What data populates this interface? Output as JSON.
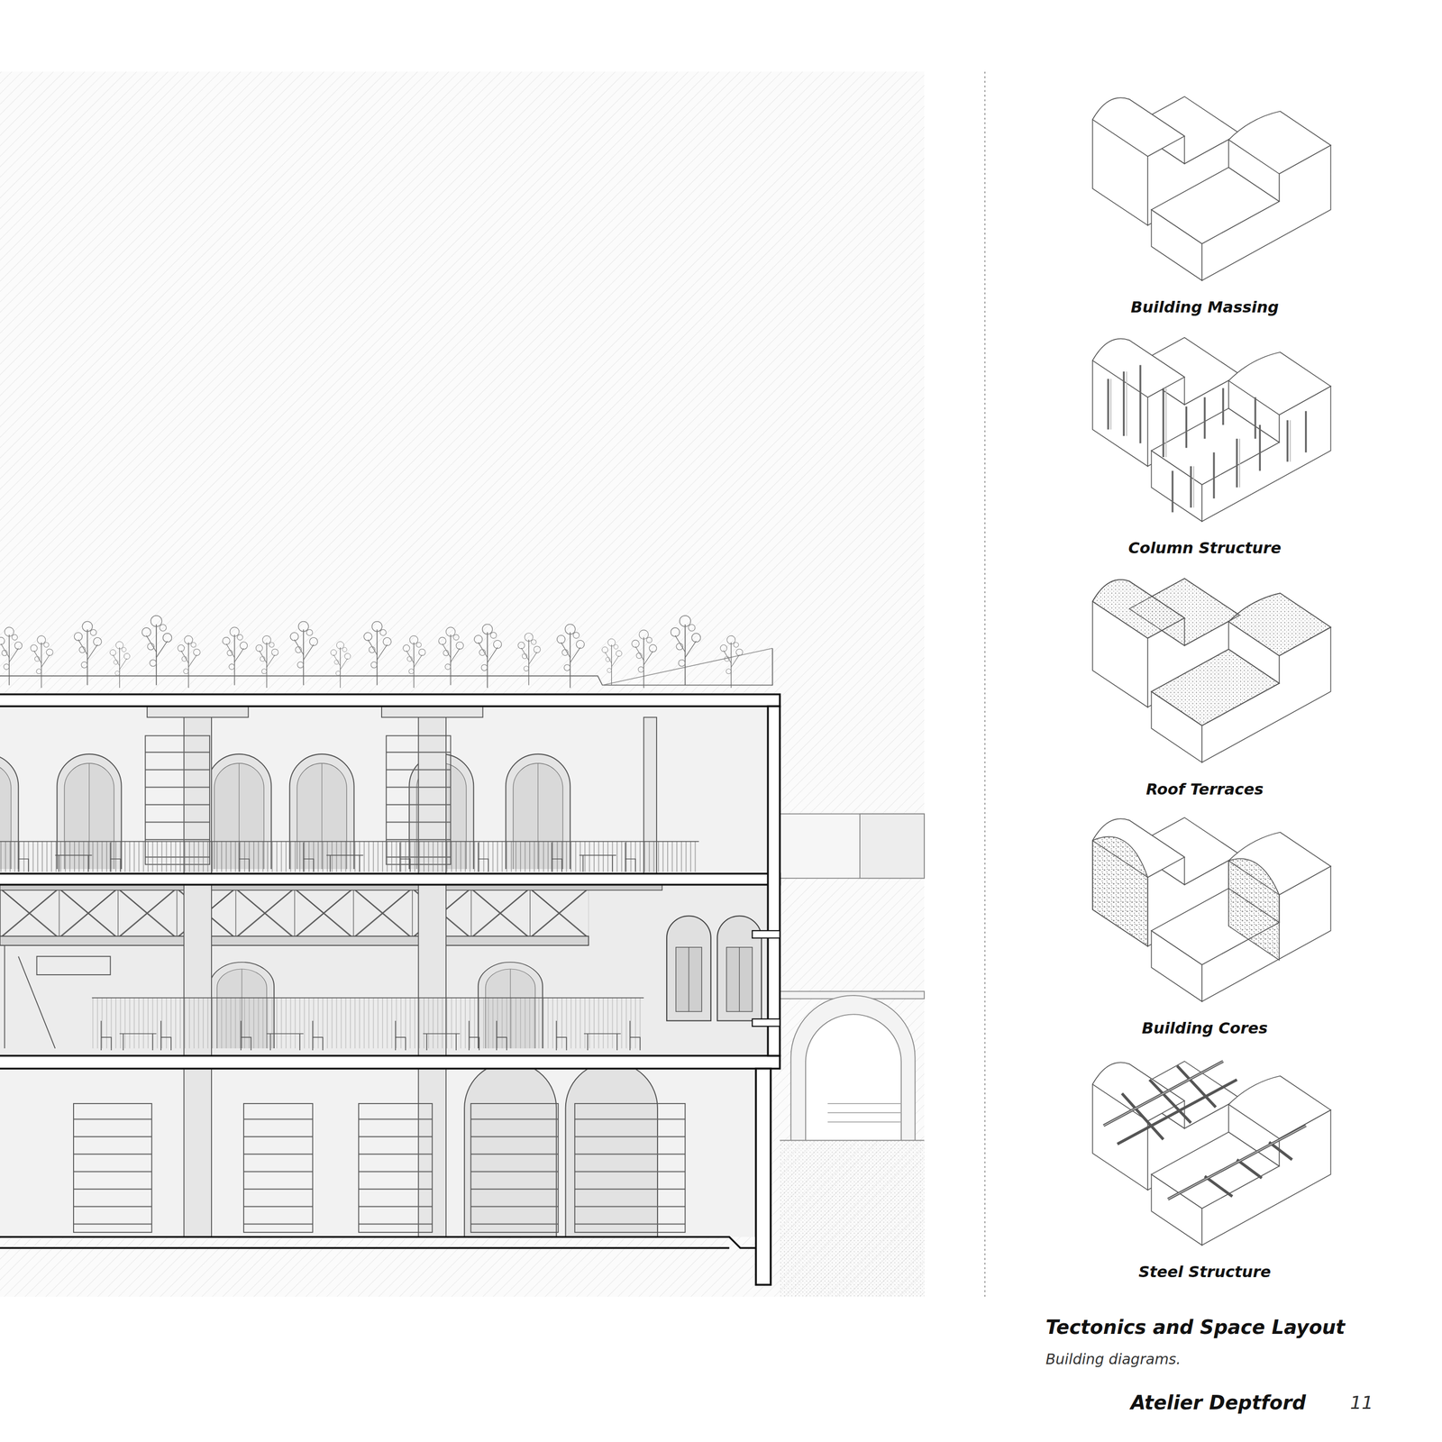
{
  "diagram": {
    "title": "Tectonics and Space Layout",
    "caption": "Building diagrams.",
    "labels": [
      "Building Massing",
      "Column Structure",
      "Roof Terraces",
      "Building Cores",
      "Steel Structure",
      "Atelier Deptford",
      "11"
    ]
  }
}
